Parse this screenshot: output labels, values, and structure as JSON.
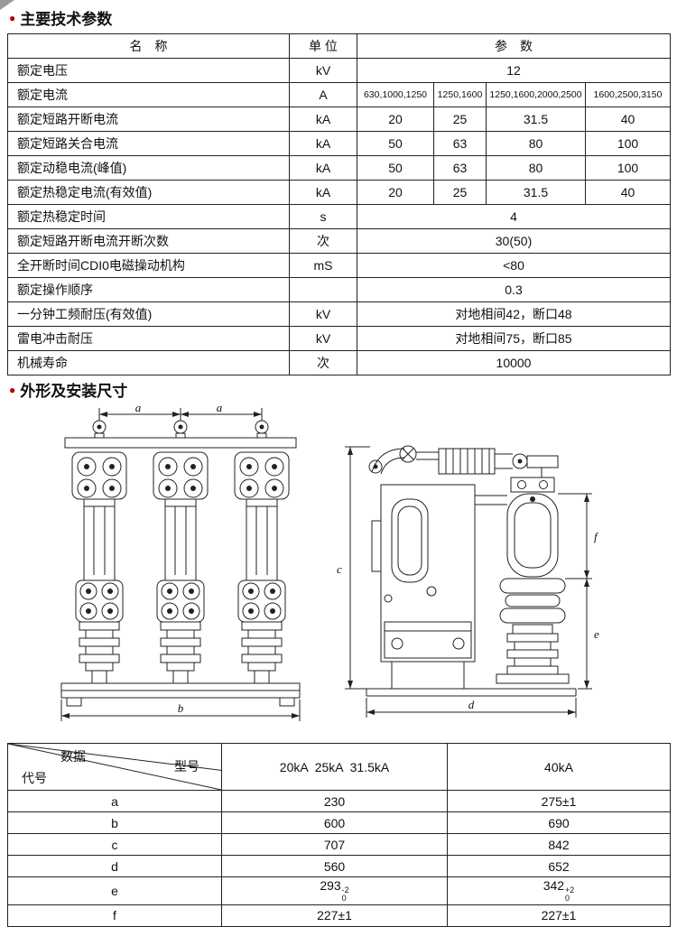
{
  "page": {
    "section1_title": "主要技术参数",
    "section2_title": "外形及安装尺寸"
  },
  "params_table": {
    "headers": {
      "name": "名　称",
      "unit": "单 位",
      "value": "参　数"
    },
    "rows": [
      {
        "name": "额定电压",
        "unit": "kV",
        "value": "12"
      },
      {
        "name": "额定电流",
        "unit": "A",
        "v": [
          "630,1000,1250",
          "1250,1600",
          "1250,1600,2000,2500",
          "1600,2500,3150"
        ]
      },
      {
        "name": "额定短路开断电流",
        "unit": "kA",
        "v": [
          "20",
          "25",
          "31.5",
          "40"
        ]
      },
      {
        "name": "额定短路关合电流",
        "unit": "kA",
        "v": [
          "50",
          "63",
          "80",
          "100"
        ]
      },
      {
        "name": "额定动稳电流(峰值)",
        "unit": "kA",
        "v": [
          "50",
          "63",
          "80",
          "100"
        ]
      },
      {
        "name": "额定热稳定电流(有效值)",
        "unit": "kA",
        "v": [
          "20",
          "25",
          "31.5",
          "40"
        ]
      },
      {
        "name": "额定热稳定时间",
        "unit": "s",
        "value": "4"
      },
      {
        "name": "额定短路开断电流开断次数",
        "unit": "次",
        "value": "30(50)"
      },
      {
        "name": "全开断时间CDI0电磁操动机构",
        "unit": "mS",
        "value": "<80"
      },
      {
        "name": "额定操作顺序",
        "unit": "",
        "value": "0.3"
      },
      {
        "name": "一分钟工频耐压(有效值)",
        "unit": "kV",
        "value": "对地相间42，断口48"
      },
      {
        "name": "雷电冲击耐压",
        "unit": "kV",
        "value": "对地相间75，断口85"
      },
      {
        "name": "机械寿命",
        "unit": "次",
        "value": "10000"
      }
    ]
  },
  "drawing": {
    "front": {
      "a1": "a",
      "a2": "a",
      "b": "b"
    },
    "side": {
      "c": "c",
      "d": "d",
      "e": "e",
      "f": "f"
    }
  },
  "dims_table": {
    "corner": {
      "data_label": "数据",
      "model_label": "型号",
      "code_label": "代号"
    },
    "col_headers": [
      "20kA  25kA  31.5kA",
      "40kA"
    ],
    "rows": [
      {
        "code": "a",
        "v1": "230",
        "v2": "275±1"
      },
      {
        "code": "b",
        "v1": "600",
        "v2": "690"
      },
      {
        "code": "c",
        "v1": "707",
        "v2": "842"
      },
      {
        "code": "d",
        "v1": "560",
        "v2": "652"
      },
      {
        "code": "e",
        "v1": "293",
        "v1_tol_top": "-2",
        "v1_tol_bot": "0",
        "v2": "342",
        "v2_tol_top": "+2",
        "v2_tol_bot": "0"
      },
      {
        "code": "f",
        "v1": "227±1",
        "v2": "227±1"
      }
    ]
  }
}
